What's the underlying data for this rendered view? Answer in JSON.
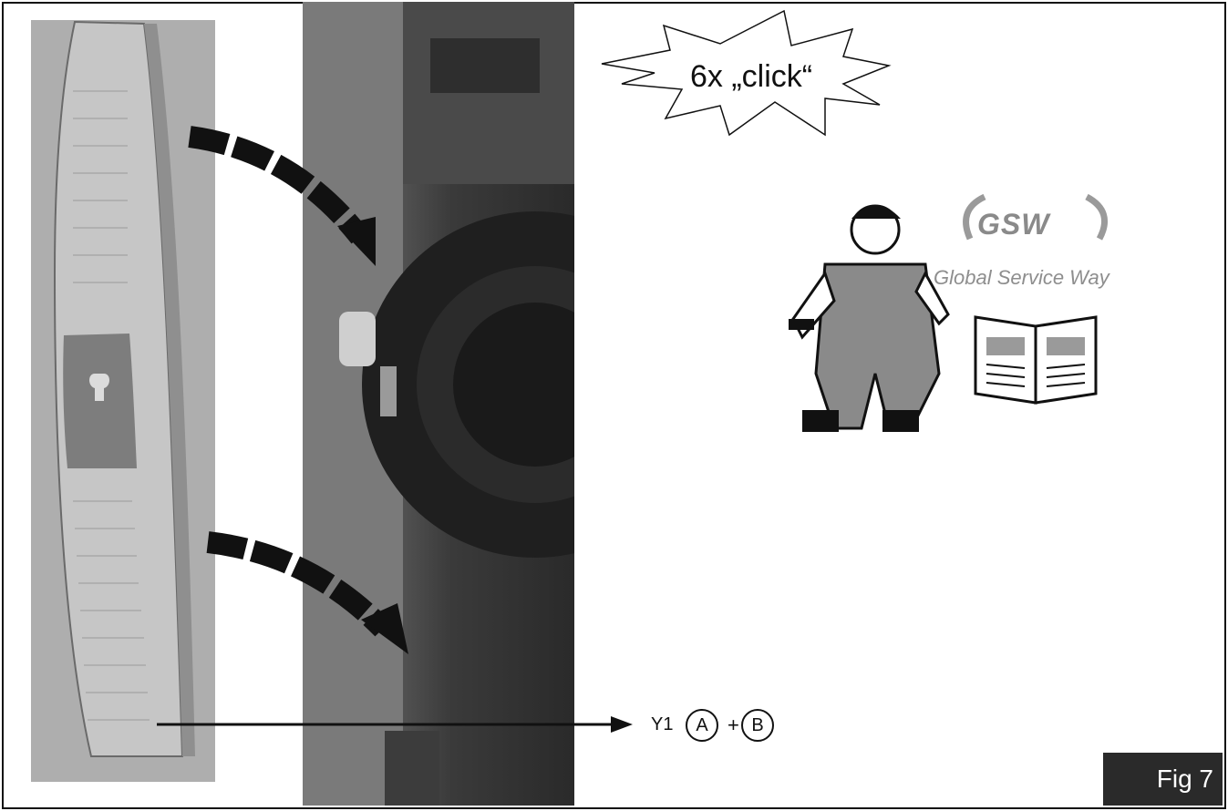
{
  "callout": {
    "text": "6x „click“"
  },
  "target": {
    "code": "Y1",
    "part_a": "A",
    "plus": "+",
    "part_b": "B"
  },
  "logo": {
    "abbr": "GSW",
    "tagline": "Global Service Way"
  },
  "figure": {
    "label": "Fig 7"
  },
  "icons": [
    "mechanic-illustration",
    "manual-book-icon",
    "curved-dashed-arrow",
    "straight-arrow"
  ],
  "colors": {
    "frame": "#111111",
    "panel_gray": "#aeaeae",
    "fig_badge": "#2a2a2a"
  }
}
